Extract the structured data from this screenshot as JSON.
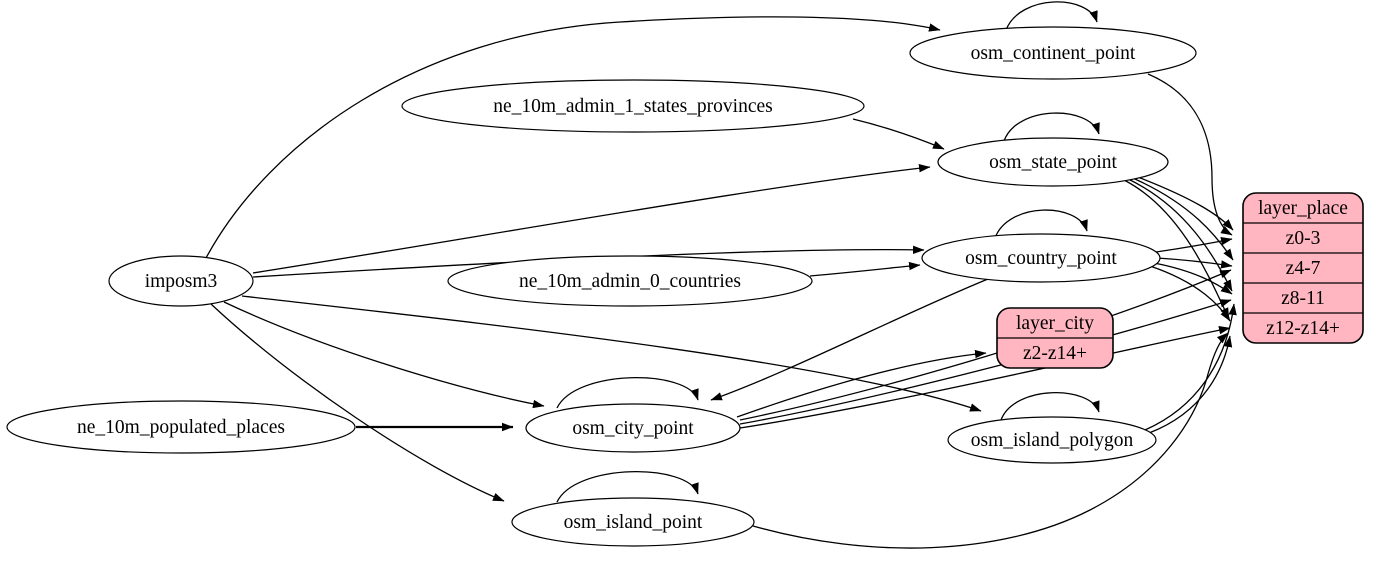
{
  "diagram": {
    "kind": "etl-graph",
    "background_color": "#ffffff",
    "node_fill_color": "#ffffff",
    "record_fill_color": "#ffb6c1",
    "stroke_color": "#000000"
  },
  "nodes": {
    "imposm3": {
      "label": "imposm3"
    },
    "ne_10m_admin_1_states_provinces": {
      "label": "ne_10m_admin_1_states_provinces"
    },
    "ne_10m_admin_0_countries": {
      "label": "ne_10m_admin_0_countries"
    },
    "ne_10m_populated_places": {
      "label": "ne_10m_populated_places"
    },
    "osm_continent_point": {
      "label": "osm_continent_point"
    },
    "osm_state_point": {
      "label": "osm_state_point"
    },
    "osm_country_point": {
      "label": "osm_country_point"
    },
    "osm_city_point": {
      "label": "osm_city_point"
    },
    "osm_island_polygon": {
      "label": "osm_island_polygon"
    },
    "osm_island_point": {
      "label": "osm_island_point"
    }
  },
  "records": {
    "layer_place": {
      "title": "layer_place",
      "rows": [
        "z0-3",
        "z4-7",
        "z8-11",
        "z12-z14+"
      ]
    },
    "layer_city": {
      "title": "layer_city",
      "rows": [
        "z2-z14+"
      ]
    }
  },
  "edges": [
    {
      "from": "imposm3",
      "to": "osm_continent_point"
    },
    {
      "from": "imposm3",
      "to": "osm_state_point"
    },
    {
      "from": "imposm3",
      "to": "osm_country_point"
    },
    {
      "from": "imposm3",
      "to": "osm_city_point"
    },
    {
      "from": "imposm3",
      "to": "osm_island_polygon"
    },
    {
      "from": "imposm3",
      "to": "osm_island_point"
    },
    {
      "from": "ne_10m_admin_1_states_provinces",
      "to": "osm_state_point"
    },
    {
      "from": "ne_10m_admin_0_countries",
      "to": "osm_country_point"
    },
    {
      "from": "ne_10m_populated_places",
      "to": "osm_city_point",
      "style": "bold"
    },
    {
      "from": "osm_country_point",
      "to": "osm_city_point"
    },
    {
      "from": "osm_continent_point",
      "to": "osm_continent_point"
    },
    {
      "from": "osm_state_point",
      "to": "osm_state_point"
    },
    {
      "from": "osm_country_point",
      "to": "osm_country_point"
    },
    {
      "from": "osm_city_point",
      "to": "osm_city_point"
    },
    {
      "from": "osm_island_polygon",
      "to": "osm_island_polygon"
    },
    {
      "from": "osm_island_point",
      "to": "osm_island_point"
    },
    {
      "from": "osm_continent_point",
      "to": "layer_place:z0-3"
    },
    {
      "from": "osm_country_point",
      "to": "layer_place:z0-3"
    },
    {
      "from": "osm_country_point",
      "to": "layer_place:z4-7"
    },
    {
      "from": "osm_country_point",
      "to": "layer_place:z8-11"
    },
    {
      "from": "osm_country_point",
      "to": "layer_place:z12-z14+"
    },
    {
      "from": "osm_state_point",
      "to": "layer_place:z0-3"
    },
    {
      "from": "osm_state_point",
      "to": "layer_place:z4-7"
    },
    {
      "from": "osm_state_point",
      "to": "layer_place:z8-11"
    },
    {
      "from": "osm_state_point",
      "to": "layer_place:z12-z14+"
    },
    {
      "from": "osm_city_point",
      "to": "layer_city:z2-z14+"
    },
    {
      "from": "osm_city_point",
      "to": "layer_place:z4-7"
    },
    {
      "from": "osm_city_point",
      "to": "layer_place:z8-11"
    },
    {
      "from": "osm_city_point",
      "to": "layer_place:z12-z14+"
    },
    {
      "from": "osm_island_polygon",
      "to": "layer_place:z8-11"
    },
    {
      "from": "osm_island_polygon",
      "to": "layer_place:z12-z14+"
    },
    {
      "from": "osm_island_point",
      "to": "layer_place:z12-z14+"
    }
  ]
}
